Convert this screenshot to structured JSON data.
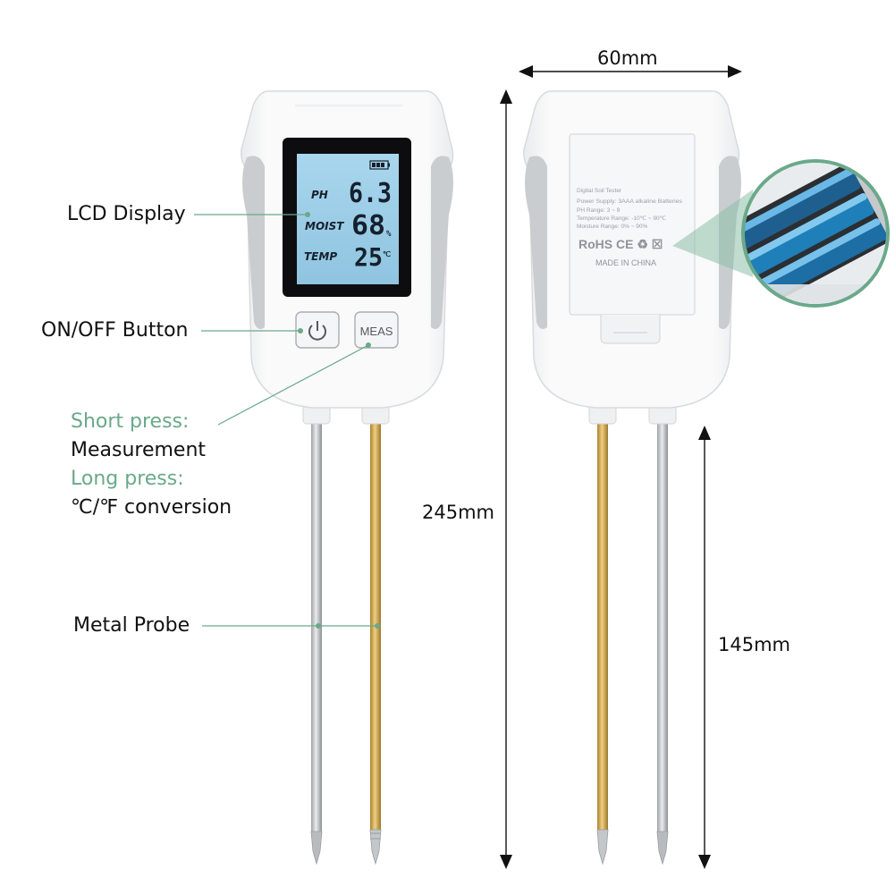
{
  "labels": {
    "lcd_display": "LCD Display",
    "on_off_button": "ON/OFF Button",
    "short_press": "Short press:",
    "measurement": "Measurement",
    "long_press": "Long press:",
    "conversion": "℃/℉ conversion",
    "metal_probe": "Metal Probe"
  },
  "dimensions": {
    "width": "60mm",
    "height": "245mm",
    "probe_length": "145mm"
  },
  "lcd": {
    "ph_label": "PH",
    "ph_value": "6.3",
    "moist_label": "MOIST",
    "moist_value": "68",
    "moist_unit": "%",
    "temp_label": "TEMP",
    "temp_value": "25",
    "temp_unit": "℃"
  },
  "buttons": {
    "meas_label": "MEAS",
    "power_icon": "power-icon"
  },
  "back_label": {
    "line1": "Digital Soil Tester",
    "line2": "Power Supply: 3AAA alkaline Batteries",
    "line3": "PH Range: 3 ~ 9",
    "line4": "Temperature Range: -10℃ ~ 90℃",
    "line5": "Moisture Range: 0% ~ 90%",
    "marks": "RoHS CE ♻ ☒",
    "made_in": "MADE IN CHINA"
  },
  "colors": {
    "accent_green": "#6aa98a",
    "lcd_blue": "#9ecde6",
    "gold_probe": "#c9a24c",
    "silver_probe": "#b8bbbe"
  }
}
